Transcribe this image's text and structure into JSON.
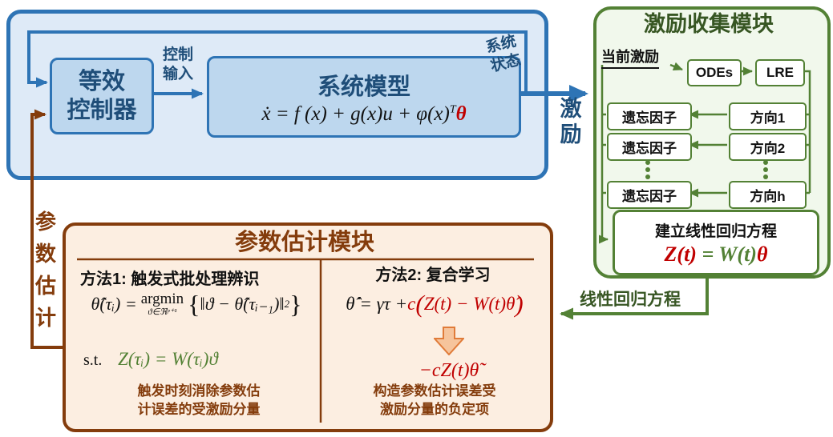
{
  "colors": {
    "blue_border": "#2E74B5",
    "blue_text": "#1F4E79",
    "green_border": "#538135",
    "green_text": "#375623",
    "brown": "#843C0C",
    "red": "#C00000",
    "orange_arrow": "#F6C49C"
  },
  "control_loop": {
    "controller_line1": "等效",
    "controller_line2": "控制器",
    "control_input_line1": "控制",
    "control_input_line2": "输入",
    "model_title": "系统模型",
    "model_eq_main": "ẋ = f (x) + g(x)u + φ(x)",
    "model_eq_sup": "T",
    "model_eq_theta": "θ",
    "state_line1": "系统",
    "state_line2": "状态",
    "excitation_line1": "激",
    "excitation_line2": "励"
  },
  "excitation_module": {
    "title": "激励收集模块",
    "current_excitation": "当前激励",
    "odes_label": "ODEs",
    "lre_label": "LRE",
    "forgetting_label": "遗忘因子",
    "direction_labels": [
      "方向1",
      "方向2",
      "方向h"
    ],
    "regression_title": "建立线性回归方程",
    "regression_eq_z": "Z(t)",
    "regression_eq_mid": " = W(t)",
    "regression_eq_theta": "θ"
  },
  "connector_labels": {
    "lre_equation": "线性回归方程",
    "param_est_chars": [
      "参",
      "数",
      "估",
      "计"
    ]
  },
  "estimation_module": {
    "title": "参数估计模块",
    "method1": {
      "header": "方法1: 触发式批处理辨识",
      "eq_lhs": "θ̂(τᵢ) = ",
      "eq_argmin": "argmin",
      "eq_argmin_sub": "ϑ∈ℜᵖ⁺¹",
      "eq_open": "{",
      "eq_body": "‖ϑ − θ̂(τᵢ₋₁)‖",
      "eq_sup": "2",
      "eq_close": "}",
      "st_label": "s.t.",
      "st_eq": "Z(τᵢ) = W(τᵢ)ϑ",
      "caption_line1": "触发时刻消除参数估",
      "caption_line2": "计误差的受激励分量"
    },
    "method2": {
      "header": "方法2: 复合学习",
      "eq_black": "θ̂̇ = γτ + ",
      "eq_red_c": "c",
      "eq_red_open": "(",
      "eq_red_body": "Z(t) − W(t)θ̂",
      "eq_red_close": ")",
      "result_eq": "−cZ(t)θ̃",
      "caption_line1": "构造参数估计误差受",
      "caption_line2": "激励分量的负定项"
    }
  }
}
